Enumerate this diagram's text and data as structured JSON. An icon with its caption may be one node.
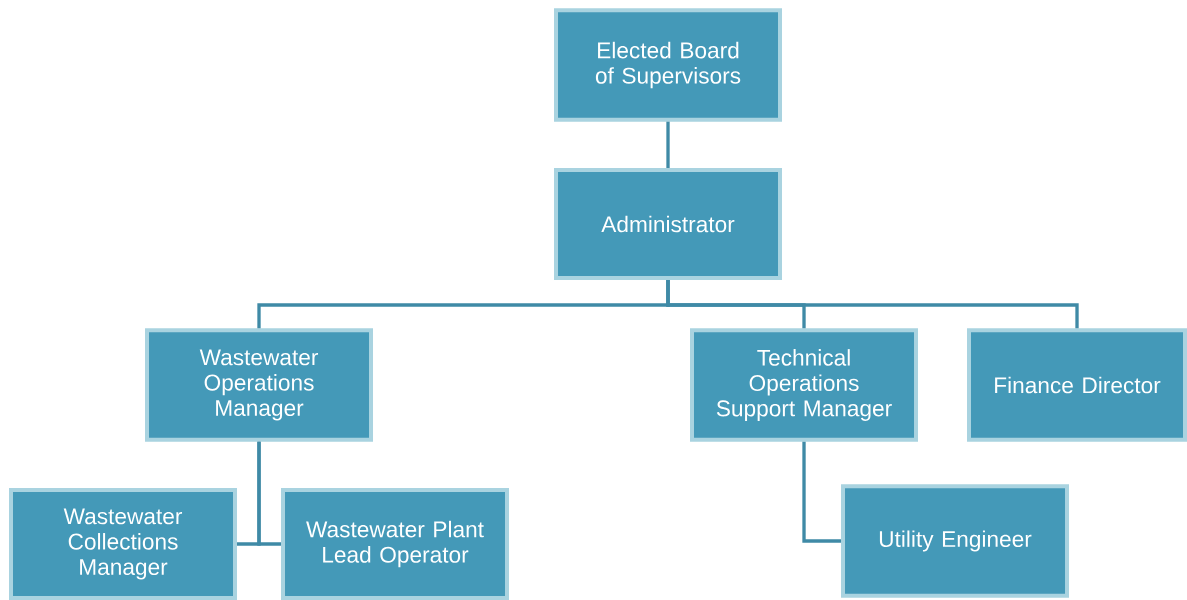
{
  "diagram": {
    "nodes": [
      {
        "text": [
          "Elected Board of Supervisors"
        ]
      },
      {
        "text": [
          "Administrator"
        ]
      },
      {
        "text": [
          "Wastewater Operations Manager"
        ]
      },
      {
        "text": [
          "Technical Operations Support Manager"
        ]
      },
      {
        "text": [
          "Finance Director"
        ]
      },
      {
        "text": [
          "Wastewater Collections Manager"
        ]
      },
      {
        "text": [
          "Wastewater Plant Lead Operator"
        ]
      },
      {
        "text": [
          "Utility Engineer"
        ]
      }
    ],
    "edges": [
      {
        "from": 0,
        "to": 1,
        "arrow": "none"
      },
      {
        "from": 1,
        "to": 2,
        "arrow": "none"
      },
      {
        "from": 1,
        "to": 3,
        "arrow": "none"
      },
      {
        "from": 1,
        "to": 4,
        "arrow": "none"
      },
      {
        "from": 2,
        "to": 5,
        "arrow": "none"
      },
      {
        "from": 2,
        "to": 6,
        "arrow": "none"
      },
      {
        "from": 3,
        "to": 7,
        "arrow": "none"
      }
    ]
  }
}
